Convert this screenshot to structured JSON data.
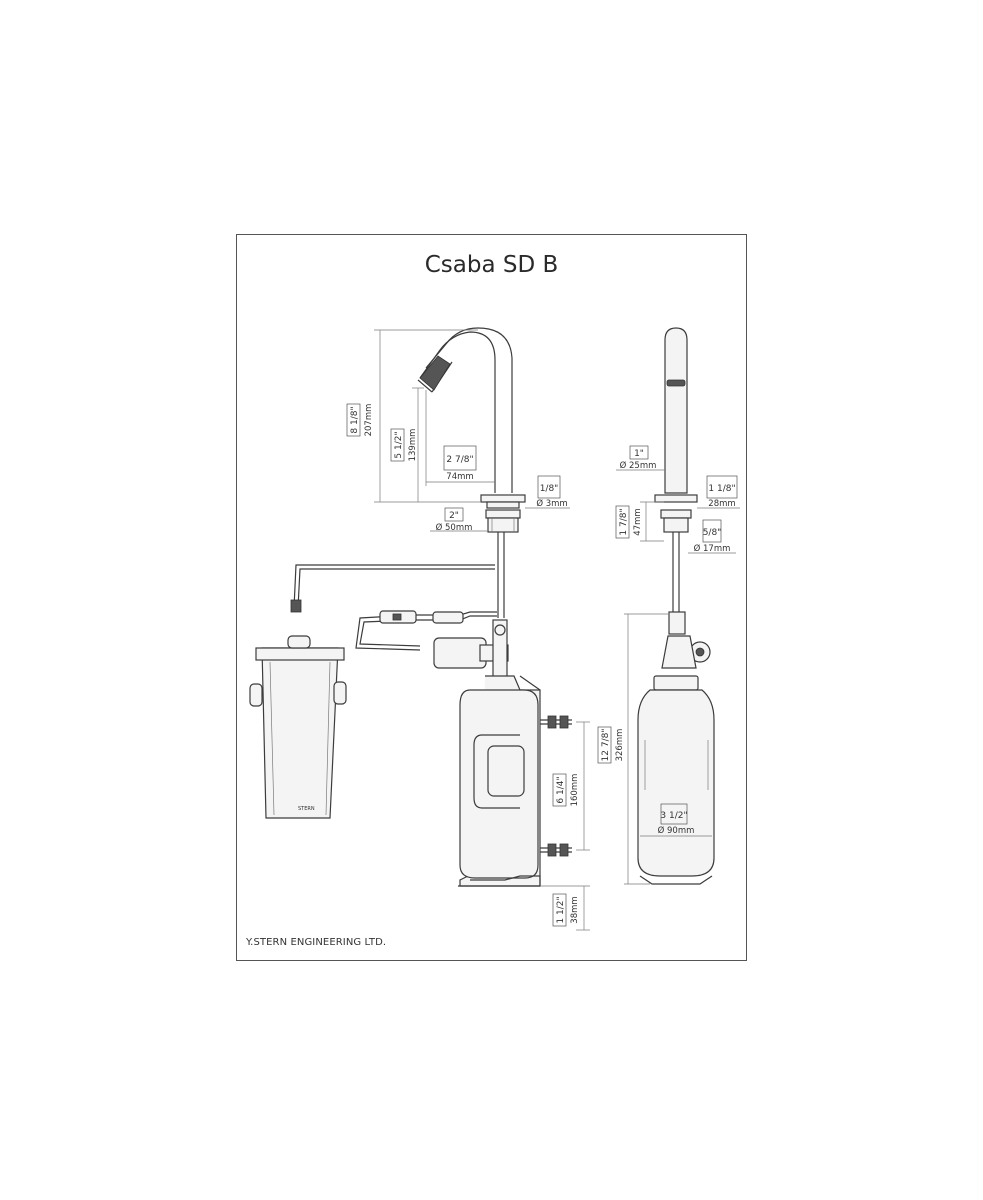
{
  "title": "Csaba SD B",
  "footer": "Y.STERN ENGINEERING LTD.",
  "dimensions": {
    "spout_height_frac": "8 1/8\"",
    "spout_height_mm": "207mm",
    "outlet_height_frac": "5 1/2\"",
    "outlet_height_mm": "139mm",
    "reach_frac": "2 7/8\"",
    "reach_mm": "74mm",
    "hole_frac": "1/8\"",
    "hole_mm": "Ø 3mm",
    "base_frac": "2\"",
    "base_mm": "Ø 50mm",
    "spout_dia_frac": "1\"",
    "spout_dia_mm": "Ø 25mm",
    "side_height_frac": "1 1/8\"",
    "side_height_mm": "28mm",
    "shank_len_frac": "1 7/8\"",
    "shank_len_mm": "47mm",
    "shank_dia_frac": "5/8\"",
    "shank_dia_mm": "Ø 17mm",
    "tank_height_frac": "12 7/8\"",
    "tank_height_mm": "326mm",
    "bracket_frac": "6 1/4\"",
    "bracket_mm": "160mm",
    "tank_dia_frac": "3 1/2\"",
    "tank_dia_mm": "Ø 90mm",
    "bottom_frac": "1 1/2\"",
    "bottom_mm": "38mm"
  },
  "battery_label": "STERN"
}
